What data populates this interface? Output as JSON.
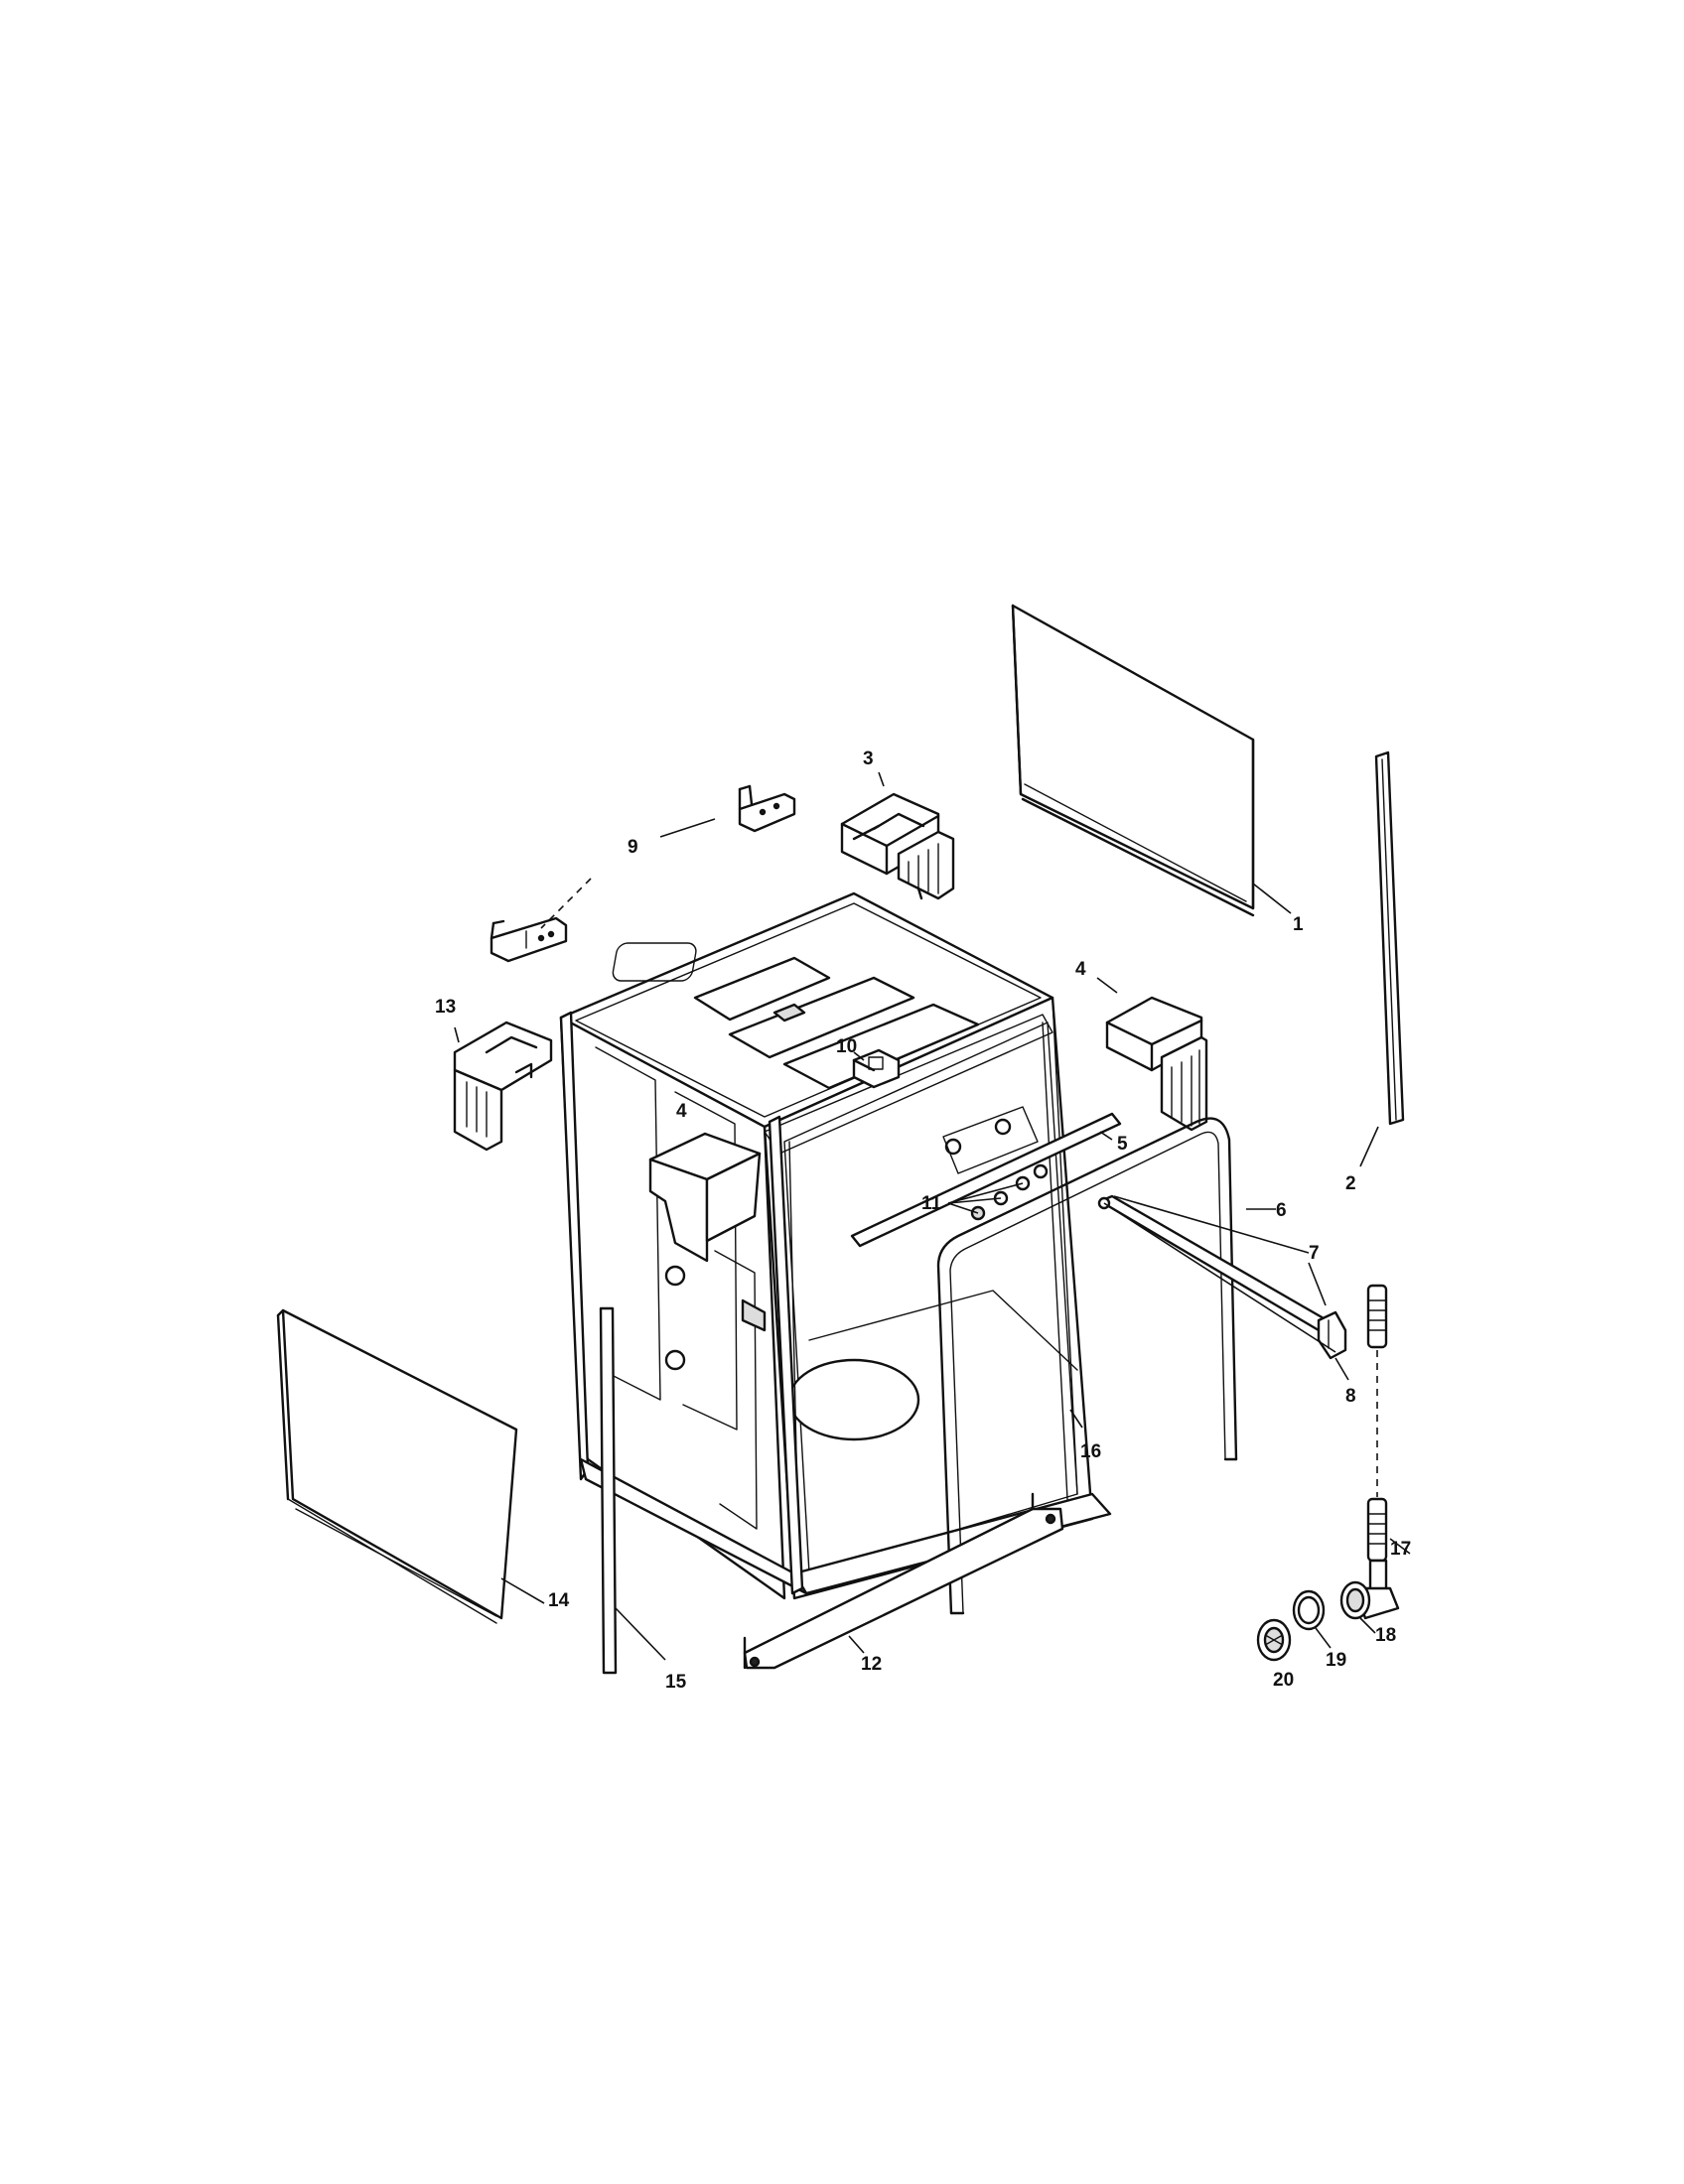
{
  "callouts": [
    "1",
    "2",
    "3",
    "4",
    "4",
    "5",
    "6",
    "7",
    "8",
    "9",
    "10",
    "11",
    "12",
    "13",
    "14",
    "15",
    "16",
    "17",
    "18",
    "19",
    "20"
  ]
}
